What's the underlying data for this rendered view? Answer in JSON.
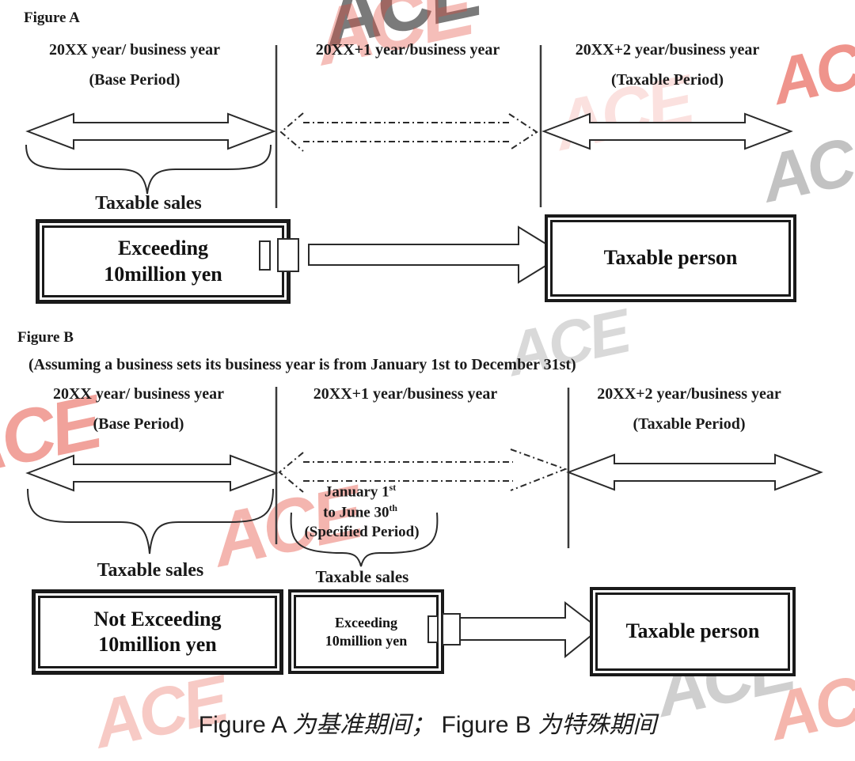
{
  "watermark": {
    "text": "ACE"
  },
  "figure_a": {
    "title": "Figure A",
    "period1_line1": "20XX year/ business year",
    "period1_line2": "(Base Period)",
    "period2_line1": "20XX+1 year/business year",
    "period3_line1": "20XX+2 year/business year",
    "period3_line2": "(Taxable Period)",
    "brace_label": "Taxable sales",
    "condition_line1": "Exceeding",
    "condition_line2": "10million yen",
    "result": "Taxable person"
  },
  "figure_b": {
    "title": "Figure B",
    "assumption": "(Assuming a business sets its business year is from January 1st to December 31st)",
    "period1_line1": "20XX year/ business year",
    "period1_line2": "(Base Period)",
    "period2_line1": "20XX+1 year/business year",
    "period3_line1": "20XX+2 year/business year",
    "period3_line2": "(Taxable Period)",
    "specified_line1_text": "January 1",
    "specified_line1_sup": "st",
    "specified_line2_text": "to June 30",
    "specified_line2_sup": "th",
    "specified_line3": "(Specified Period)",
    "base_brace_label": "Taxable sales",
    "specified_brace_label": "Taxable sales",
    "base_condition_line1": "Not Exceeding",
    "base_condition_line2": "10million yen",
    "specified_condition_line1": "Exceeding",
    "specified_condition_line2": "10million yen",
    "result": "Taxable person"
  },
  "caption": {
    "fig_a_ref": "Figure A ",
    "fig_a_desc": "为基准期间；",
    "fig_b_ref": " Figure B ",
    "fig_b_desc": "为特殊期间"
  }
}
